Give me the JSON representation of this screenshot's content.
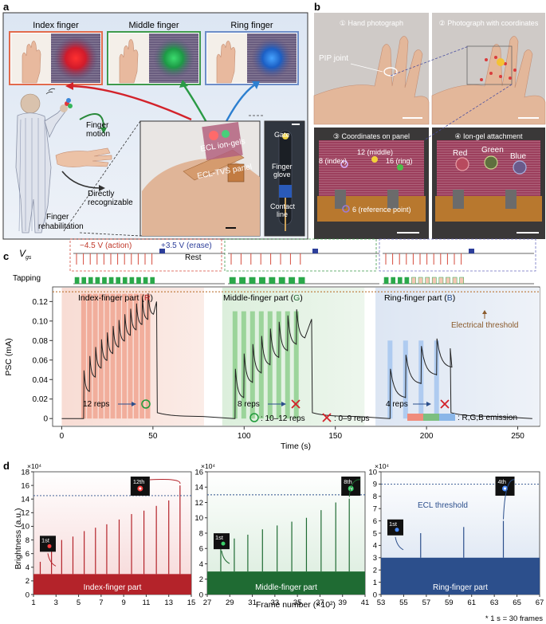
{
  "panels": {
    "a": {
      "letter": "a",
      "fingers": [
        "Index finger",
        "Middle finger",
        "Ring finger"
      ],
      "motion_label": "Finger\nmotion",
      "recognizable_label": "Directly\nrecognizable",
      "rehab_label": "Finger\nrehabilitation",
      "ion_gels_label": "ECL ion-gels",
      "panel_label": "ECL-TVS panel",
      "gate_label": "Gate",
      "glove_label": "Finger\nglove",
      "contact_label": "Contact\nline"
    },
    "b": {
      "letter": "b",
      "tile_titles": [
        "① Hand photograph",
        "② Photograph with coordinates",
        "③ Coordinates on panel",
        "④ Ion-gel attachment"
      ],
      "pip_label": "PIP joint",
      "coord_labels": [
        "8 (index)",
        "12 (middle)",
        "16 (ring)",
        "6 (reference point)"
      ],
      "gel_labels": [
        "Red",
        "Green",
        "Blue"
      ]
    },
    "c": {
      "letter": "c",
      "vgs_label": "V",
      "vgs_sub": "gs",
      "action_label": "−4.5 V (action)",
      "erase_label": "+3.5 V (erase)",
      "rest_label": "Rest",
      "tapping_label": "Tapping",
      "part_labels": [
        {
          "prefix": "Index-finger part (",
          "letter": "R",
          "suffix": ")"
        },
        {
          "prefix": "Middle-finger part (",
          "letter": "G",
          "suffix": ")"
        },
        {
          "prefix": "Ring-finger part (",
          "letter": "B",
          "suffix": ")"
        }
      ],
      "threshold_label": "Electrical threshold",
      "reps": [
        "12 reps",
        "8 reps",
        "4 reps"
      ],
      "legend_ok": ": 10–12 reps",
      "legend_bad": ": 0–9 reps",
      "legend_emission": ": R,G,B emission"
    },
    "d": {
      "letter": "d",
      "frame_note": "* 1 s = 30 frames",
      "ecl_threshold_label": "ECL threshold",
      "parts": [
        "Index-finger part",
        "Middle-finger part",
        "Ring-finger part"
      ],
      "first_labels": [
        "1st",
        "1st",
        "1st"
      ],
      "last_labels": [
        "12th",
        "8th",
        "4th"
      ]
    }
  },
  "colors": {
    "red": "#b4232a",
    "green": "#1f6b33",
    "blue": "#2c4f8c",
    "threshold": "#8a5a2b"
  },
  "chart_data": [
    {
      "id": "psc",
      "type": "line",
      "xlabel": "Time (s)",
      "ylabel": "PSC (mA)",
      "xlim": [
        -5,
        262
      ],
      "ylim": [
        -0.008,
        0.135
      ],
      "xticks": [
        0,
        50,
        100,
        150,
        200,
        250
      ],
      "yticks": [
        0,
        0.02,
        0.04,
        0.06,
        0.08,
        0.1,
        0.12
      ],
      "ytick_labels": [
        "0",
        "0.02",
        "0.04",
        "0.06",
        "0.08",
        "0.10",
        "0.12"
      ],
      "threshold": 0.13,
      "segments": [
        {
          "name": "Index-finger part (R)",
          "start": 12,
          "reps": 12,
          "step": 3.2,
          "end": 52,
          "jump": 0.022,
          "base": 0.045,
          "top": 0.124
        },
        {
          "name": "Middle-finger part (G)",
          "start": 95,
          "reps": 8,
          "step": 4.8,
          "end": 137,
          "jump": 0.03,
          "base": 0.045,
          "top": 0.106
        },
        {
          "name": "Ring-finger part (B)",
          "start": 180,
          "reps": 4,
          "step": 8.5,
          "end": 213,
          "jump": 0.03,
          "base": 0.045,
          "top": 0.076
        }
      ]
    },
    {
      "id": "index_brightness",
      "type": "line",
      "series": [
        {
          "name": "Index-finger part",
          "x": [
            1.6,
            2.6,
            3.5,
            4.5,
            5.5,
            6.5,
            7.5,
            8.6,
            9.7,
            10.8,
            11.9,
            13.0,
            14.0
          ],
          "values": [
            4.8,
            7.0,
            8.0,
            8.5,
            9.3,
            9.8,
            10.3,
            11.0,
            11.8,
            12.3,
            13.0,
            13.8,
            16.0
          ]
        }
      ],
      "xlabel": "",
      "ylabel": "Brightness (a.u.)",
      "ylabel_multiplier": "×10⁴",
      "xlim": [
        1,
        15
      ],
      "ylim": [
        0,
        18
      ],
      "xticks": [
        1,
        3,
        5,
        7,
        9,
        11,
        13,
        15
      ],
      "yticks": [
        0,
        2,
        4,
        6,
        8,
        10,
        12,
        14,
        16,
        18
      ],
      "threshold": 14.5,
      "baseline": 3.0
    },
    {
      "id": "middle_brightness",
      "type": "line",
      "series": [
        {
          "name": "Middle-finger part",
          "x": [
            28.2,
            29.4,
            30.6,
            31.9,
            33.2,
            34.5,
            35.8,
            37.1,
            38.4,
            39.6
          ],
          "values": [
            6.0,
            7.3,
            7.8,
            8.5,
            9.0,
            9.5,
            10.0,
            11.0,
            12.0,
            12.5
          ]
        }
      ],
      "xlabel": "Frame number (×10²)",
      "ylabel_multiplier": "×10⁴",
      "xlim": [
        27,
        41
      ],
      "ylim": [
        0,
        16
      ],
      "xticks": [
        27,
        29,
        31,
        33,
        35,
        37,
        39,
        41
      ],
      "yticks": [
        0,
        2,
        4,
        6,
        8,
        10,
        12,
        14,
        16
      ],
      "threshold": 13.0,
      "baseline": 3.0
    },
    {
      "id": "ring_brightness",
      "type": "line",
      "series": [
        {
          "name": "Ring-finger part",
          "x": [
            56.5,
            60.3,
            63.8
          ],
          "values": [
            5.0,
            5.5,
            6.0
          ]
        }
      ],
      "xlabel": "",
      "ylabel_multiplier": "×10⁴",
      "xlim": [
        53,
        67
      ],
      "ylim": [
        0,
        10
      ],
      "xticks": [
        53,
        55,
        57,
        59,
        61,
        63,
        65,
        67
      ],
      "yticks": [
        0,
        1,
        2,
        3,
        4,
        5,
        6,
        7,
        8,
        9,
        10
      ],
      "threshold": 9.0,
      "baseline": 3.0
    }
  ]
}
